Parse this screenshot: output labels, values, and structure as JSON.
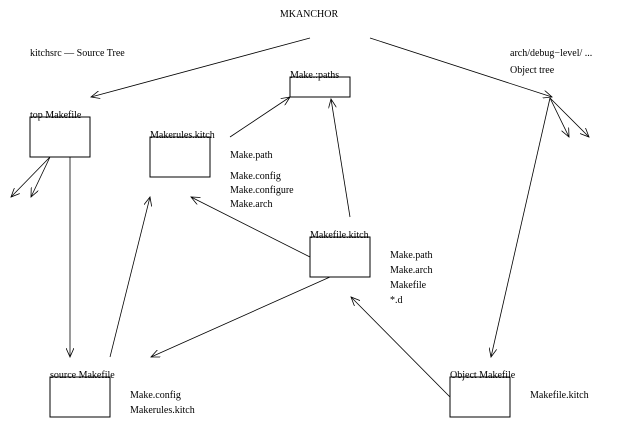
{
  "diagram": {
    "title": "MKANCHOR",
    "source_tree_label": "kitchsrc — Source Tree",
    "object_tree_label_line1": "arch/debug−level/ ...",
    "object_tree_label_line2": "Object tree",
    "nodes": {
      "top_makefile": {
        "label": "top Makefile"
      },
      "make_paths": {
        "label": "Make.:paths"
      },
      "makerules_kitch": {
        "label": "Makerules.kitch",
        "notes": [
          "Make.path",
          "Make.config",
          "Make.configure",
          "Make.arch"
        ]
      },
      "makefile_kitch": {
        "label": "Makefile.kitch",
        "notes": [
          "Make.path",
          "Make.arch",
          "Makefile",
          "*.d"
        ]
      },
      "source_makefile": {
        "label": "source Makefile",
        "notes": [
          "Make.config",
          "Makerules.kitch"
        ]
      },
      "object_makefile": {
        "label": "Object Makefile",
        "notes": [
          "Makefile.kitch"
        ]
      }
    },
    "edges": [
      {
        "from": "MKANCHOR",
        "to": "top_makefile"
      },
      {
        "from": "MKANCHOR",
        "to": "object_tree"
      },
      {
        "from": "makerules_kitch",
        "to": "make_paths"
      },
      {
        "from": "makefile_kitch",
        "to": "make_paths"
      },
      {
        "from": "makefile_kitch",
        "to": "makerules_kitch"
      },
      {
        "from": "makefile_kitch",
        "to": "source_makefile"
      },
      {
        "from": "source_makefile",
        "to": "makerules_kitch"
      },
      {
        "from": "top_makefile",
        "to": "source_makefile"
      },
      {
        "from": "top_makefile",
        "to": "subdir_1"
      },
      {
        "from": "top_makefile",
        "to": "subdir_2"
      },
      {
        "from": "object_tree",
        "to": "object_makefile"
      },
      {
        "from": "object_tree",
        "to": "subdir_1"
      },
      {
        "from": "object_tree",
        "to": "subdir_2"
      },
      {
        "from": "object_makefile",
        "to": "makefile_kitch"
      }
    ]
  }
}
